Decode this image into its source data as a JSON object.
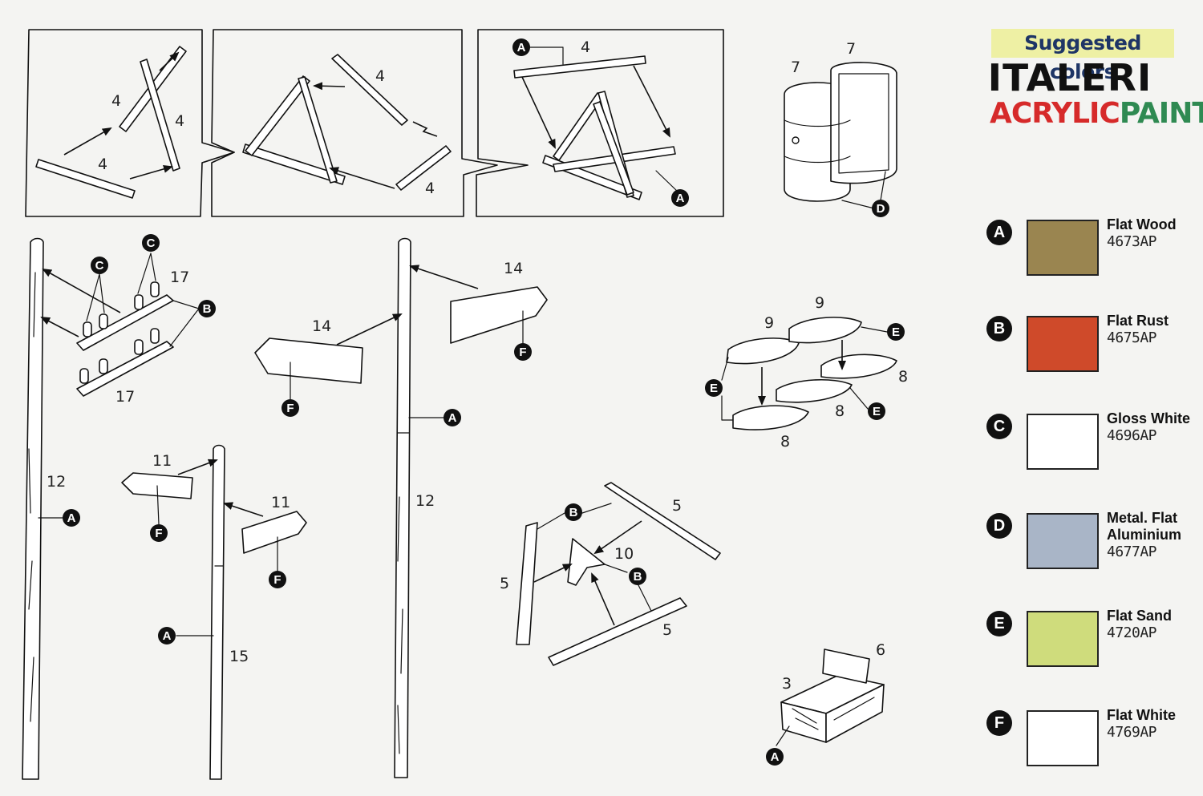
{
  "header": {
    "suggested": "Suggested colors",
    "brand": "ITALERI",
    "paint_part1": "ACRYLIC",
    "paint_part2": "PAINT"
  },
  "colors": [
    {
      "letter": "A",
      "name": "Flat Wood",
      "code": "4673AP",
      "hex": "#9a8550"
    },
    {
      "letter": "B",
      "name": "Flat Rust",
      "code": "4675AP",
      "hex": "#cf4a2a"
    },
    {
      "letter": "C",
      "name": "Gloss White",
      "code": "4696AP",
      "hex": "#ffffff"
    },
    {
      "letter": "D",
      "name": "Metal. Flat Aluminium",
      "code": "4677AP",
      "hex": "#a9b5c7"
    },
    {
      "letter": "E",
      "name": "Flat Sand",
      "code": "4720AP",
      "hex": "#cfdc7c"
    },
    {
      "letter": "F",
      "name": "Flat White",
      "code": "4769AP",
      "hex": "#ffffff"
    }
  ],
  "parts": {
    "p3": "3",
    "p4": "4",
    "p5": "5",
    "p6": "6",
    "p7": "7",
    "p8": "8",
    "p9": "9",
    "p10": "10",
    "p11": "11",
    "p12": "12",
    "p14": "14",
    "p15": "15",
    "p17": "17"
  },
  "callouts": {
    "a": "A",
    "b": "B",
    "c": "C",
    "d": "D",
    "e": "E",
    "f": "F"
  }
}
